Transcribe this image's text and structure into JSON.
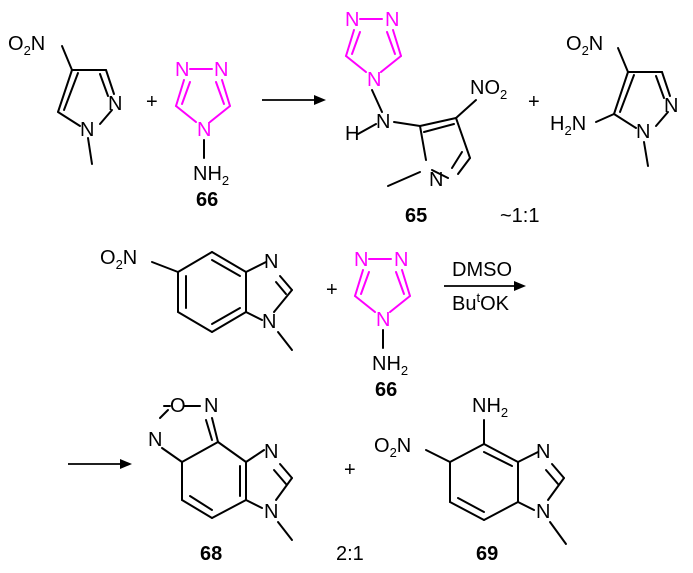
{
  "colors": {
    "bond": "#000000",
    "triazole": "#ff00ff",
    "background": "#ffffff"
  },
  "atoms": {
    "O": "O",
    "N": "N",
    "H": "H",
    "NH": "NH",
    "NO": "NO",
    "sub2": "2",
    "Bu": "Bu",
    "t": "t",
    "OK": "OK",
    "N_O_ring": "O"
  },
  "labels": {
    "cmpd_66": "66",
    "cmpd_65": "65",
    "cmpd_68": "68",
    "cmpd_69": "69",
    "plus": "+",
    "ratio_1": "~1:1",
    "ratio_2": "2:1",
    "reagent_top": "DMSO",
    "reagent_bottom_base": "Bu",
    "reagent_bottom_sup": "t",
    "reagent_bottom_end": "OK"
  }
}
